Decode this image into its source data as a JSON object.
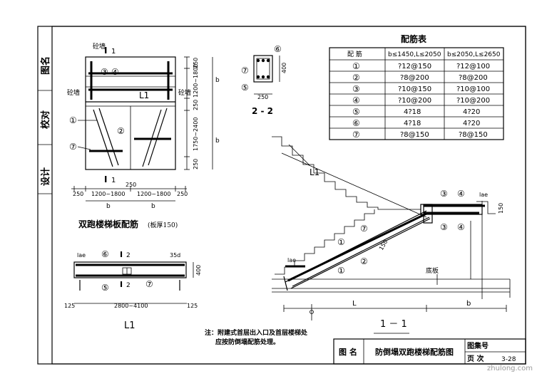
{
  "side_labels": {
    "top": "图名",
    "mid": "校对",
    "bottom": "设计"
  },
  "plan": {
    "section_mark_top": "1",
    "section_mark_bottom": "1",
    "top_wall": "砼墙",
    "left_wall": "砼墙",
    "right_wall": "砼墙",
    "beam_label": "L1",
    "markers": [
      "③",
      "④",
      "①",
      "②",
      "⑦"
    ],
    "dim_right": [
      "250",
      "1200~1800",
      "250",
      "1750~2400",
      "250"
    ],
    "dim_bottom": [
      "250",
      "1200~1800",
      "250",
      "1200~1800",
      "250"
    ],
    "dim_b": [
      "b",
      "b"
    ],
    "caption": "双跑楼梯板配筋",
    "caption_note": "(板厚150)"
  },
  "section22": {
    "marker_6": "⑥",
    "marker_7": "⑦",
    "marker_5": "⑤",
    "dim_h": "400",
    "dim_w": "250",
    "title": "2 - 2"
  },
  "beam_l1": {
    "marker_6": "⑥",
    "marker_5": "⑤",
    "marker_7": "⑦",
    "section_top": "2",
    "section_bottom": "2",
    "lae_left": "lae",
    "lae_right": "35d",
    "dim_h": "400",
    "dims": [
      "125",
      "2800~4100",
      "125"
    ],
    "title": "L1"
  },
  "note": {
    "line1": "注：附建式首层出入口及首层楼梯处",
    "line2": "应按防倒塌配筋处理。"
  },
  "table": {
    "title": "配筋表",
    "headers": [
      "配 筋",
      "b≤1450,L≤2050",
      "b≤2050,L≤2650"
    ],
    "rows": [
      {
        "mark": "①",
        "a": "?12@150",
        "b": "?12@100"
      },
      {
        "mark": "②",
        "a": "?8@200",
        "b": "?8@200"
      },
      {
        "mark": "③",
        "a": "?10@150",
        "b": "?10@100"
      },
      {
        "mark": "④",
        "a": "?10@200",
        "b": "?10@200"
      },
      {
        "mark": "⑤",
        "a": "4?18",
        "b": "4?20"
      },
      {
        "mark": "⑥",
        "a": "4?18",
        "b": "4?20"
      },
      {
        "mark": "⑦",
        "a": "?8@150",
        "b": "?8@150"
      }
    ]
  },
  "section11": {
    "beam_label": "L1",
    "markers_top_left": "③",
    "markers_top_right": "④",
    "markers_bot_left": "③",
    "markers_bot_right": "④",
    "marker_7": "⑦",
    "marker_2": "②",
    "marker_1a": "①",
    "marker_1b": "①",
    "slab_thickness": "150",
    "lae_top": "lae",
    "lae_bottom": "lae",
    "right_dim": "150",
    "bottom_label": "底板",
    "dim_L": "L",
    "dim_b": "b",
    "title": "1 － 1"
  },
  "title_block": {
    "name_label": "图  名",
    "name": "防倒塌双跑楼梯配筋图",
    "atlas_label": "图集号",
    "page_label": "页  次",
    "page": "3-28"
  },
  "watermark": "zhulong.com"
}
